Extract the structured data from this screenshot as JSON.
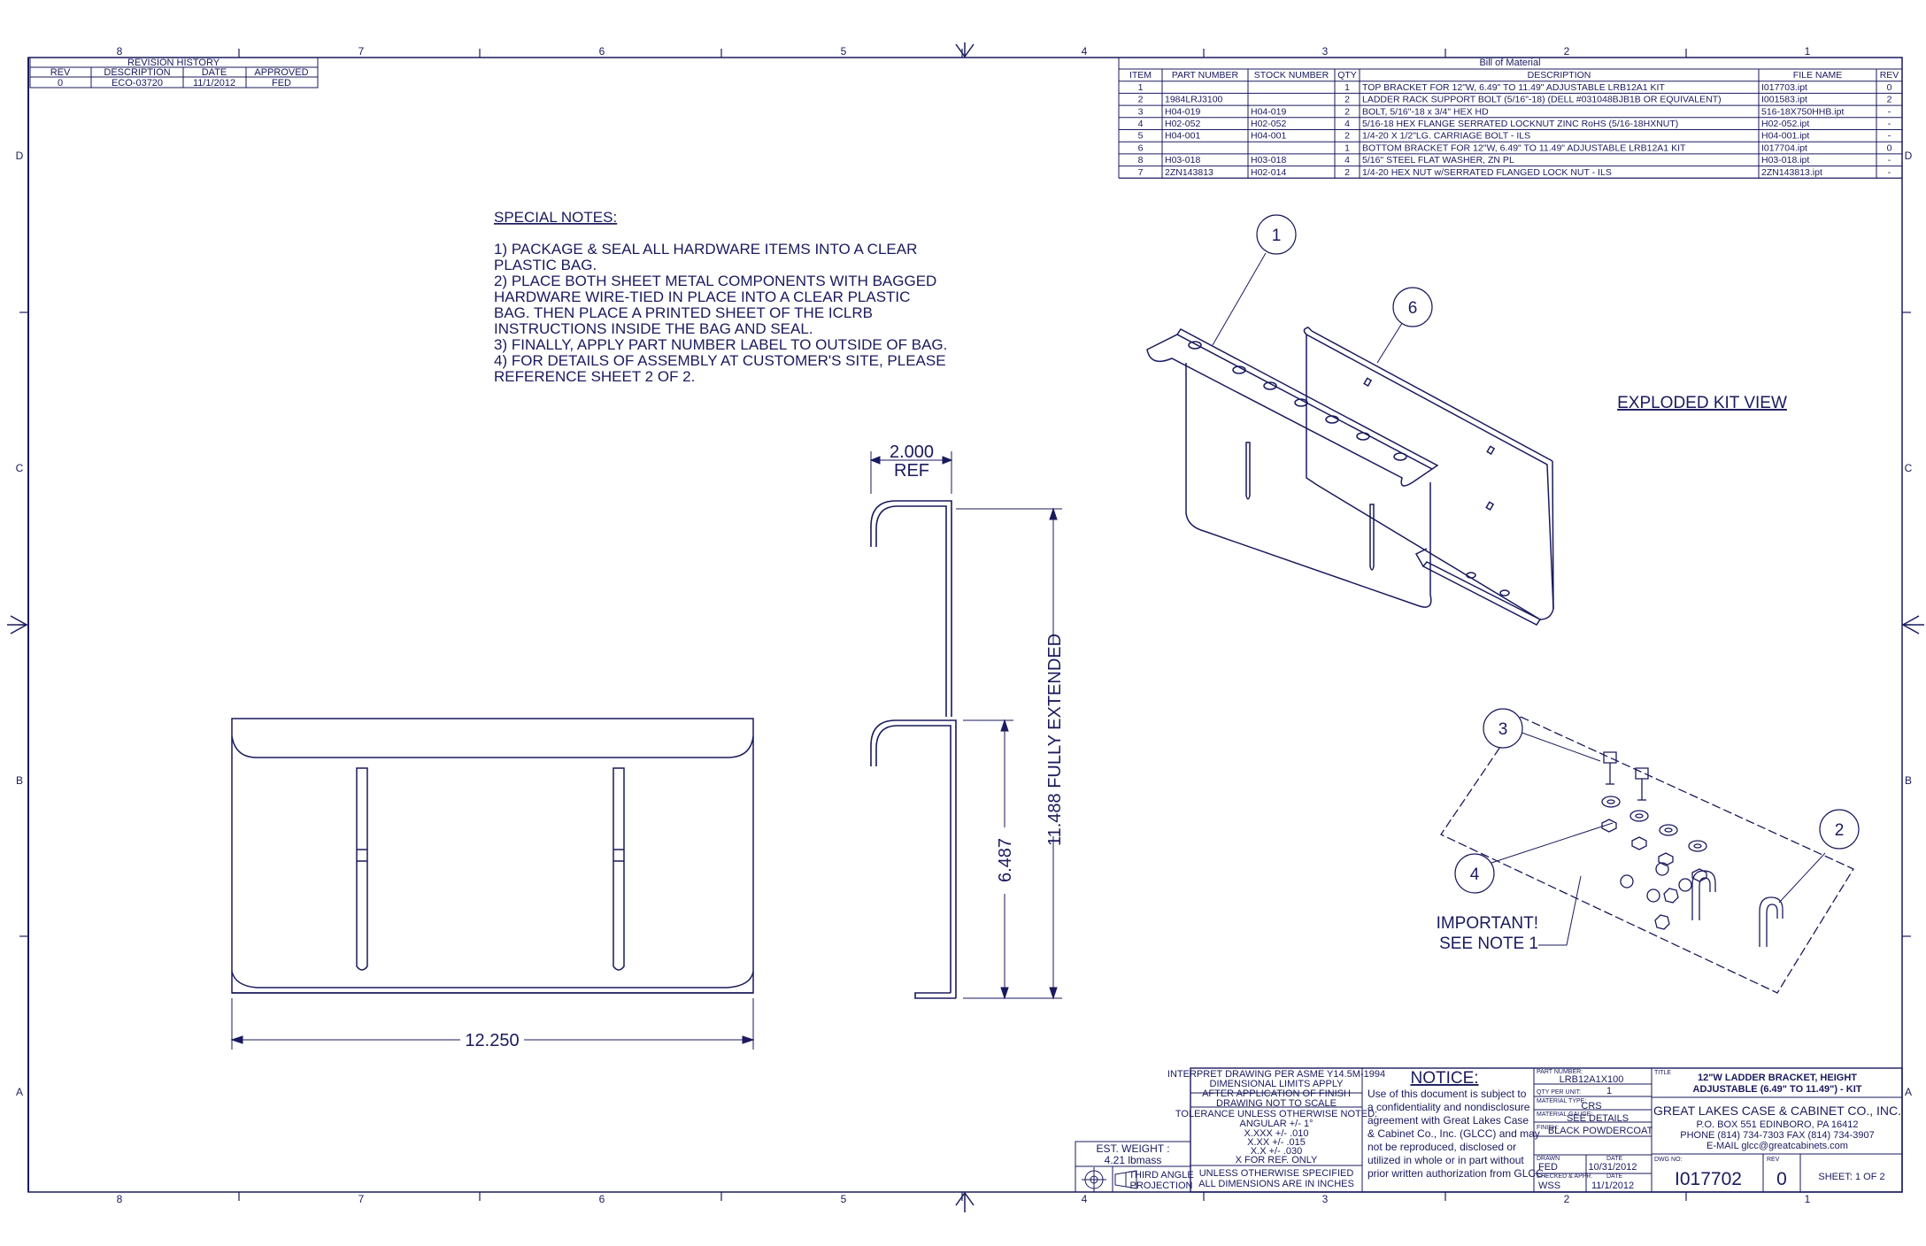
{
  "zones": {
    "columns": [
      "8",
      "7",
      "6",
      "5",
      "4",
      "3",
      "2",
      "1"
    ],
    "rows": [
      "D",
      "C",
      "B",
      "A"
    ]
  },
  "revision_history": {
    "title": "REVISION HISTORY",
    "headers": [
      "REV",
      "DESCRIPTION",
      "DATE",
      "APPROVED"
    ],
    "rows": [
      [
        "0",
        "ECO-03720",
        "11/1/2012",
        "FED"
      ]
    ]
  },
  "bom": {
    "title": "Bill of Material",
    "headers": [
      "ITEM",
      "PART NUMBER",
      "STOCK NUMBER",
      "QTY",
      "DESCRIPTION",
      "FILE NAME",
      "REV"
    ],
    "rows": [
      [
        "1",
        "",
        "",
        "1",
        "TOP BRACKET FOR 12\"W, 6.49\" TO 11.49\" ADJUSTABLE LRB12A1 KIT",
        "I017703.ipt",
        "0"
      ],
      [
        "2",
        "1984LRJ3100",
        "",
        "2",
        "LADDER RACK SUPPORT BOLT (5/16\"-18) (DELL #031048BJB1B OR EQUIVALENT)",
        "I001583.ipt",
        "2"
      ],
      [
        "3",
        "H04-019",
        "H04-019",
        "2",
        "BOLT, 5/16\"-18 x 3/4\" HEX HD",
        "516-18X750HHB.ipt",
        "-"
      ],
      [
        "4",
        "H02-052",
        "H02-052",
        "4",
        "5/16-18 HEX FLANGE SERRATED LOCKNUT ZINC RoHS (5/16-18HXNUT)",
        "H02-052.ipt",
        "-"
      ],
      [
        "5",
        "H04-001",
        "H04-001",
        "2",
        "1/4-20 X 1/2\"LG. CARRIAGE BOLT - ILS",
        "H04-001.ipt",
        "-"
      ],
      [
        "6",
        "",
        "",
        "1",
        "BOTTOM BRACKET FOR 12\"W, 6.49\" TO 11.49\" ADJUSTABLE LRB12A1 KIT",
        "I017704.ipt",
        "0"
      ],
      [
        "8",
        "H03-018",
        "H03-018",
        "4",
        "5/16\" STEEL FLAT WASHER, ZN PL",
        "H03-018.ipt",
        "-"
      ],
      [
        "7",
        "2ZN143813",
        "H02-014",
        "2",
        "1/4-20 HEX NUT w/SERRATED FLANGED LOCK NUT - ILS",
        "2ZN143813.ipt",
        "-"
      ]
    ]
  },
  "notes": {
    "heading": "SPECIAL NOTES:",
    "lines": [
      "1)  PACKAGE & SEAL ALL HARDWARE ITEMS INTO A CLEAR",
      "      PLASTIC BAG.",
      "2)  PLACE BOTH SHEET METAL COMPONENTS WITH BAGGED",
      "      HARDWARE WIRE-TIED IN PLACE INTO A CLEAR PLASTIC",
      "      BAG. THEN PLACE A PRINTED SHEET OF THE ICLRB",
      "      INSTRUCTIONS INSIDE THE BAG AND SEAL.",
      "3)  FINALLY, APPLY PART NUMBER LABEL TO OUTSIDE OF BAG.",
      "4)  FOR DETAILS OF ASSEMBLY AT CUSTOMER'S SITE, PLEASE",
      "      REFERENCE SHEET 2 OF 2."
    ]
  },
  "exploded_title": "EXPLODED KIT VIEW",
  "balloons": [
    "1",
    "6",
    "3",
    "2",
    "4"
  ],
  "important_note": [
    "IMPORTANT!",
    "SEE NOTE 1"
  ],
  "dimensions": {
    "width": "12.250",
    "flange": "2.000",
    "flange_ref": "REF",
    "height_min": "6.487",
    "height_max": "11.488 FULLY EXTENDED"
  },
  "title_block": {
    "tolerances": [
      "INTERPRET DRAWING PER ASME Y14.5M-1994",
      "DIMENSIONAL LIMITS APPLY",
      "AFTER APPLICATION OF FINISH",
      "DRAWING NOT TO SCALE",
      "TOLERANCE UNLESS OTHERWISE NOTED:",
      "ANGULAR +/- 1°",
      "X.XXX +/- .010",
      "X.XX +/- .015",
      "X.X +/- .030",
      "X FOR REF. ONLY",
      "UNLESS OTHERWISE SPECIFIED",
      "ALL DIMENSIONS ARE IN INCHES"
    ],
    "est_weight_label": "EST. WEIGHT :",
    "est_weight_value": "4.21 lbmass",
    "projection": [
      "THIRD ANGLE",
      "PROJECTION"
    ],
    "notice_title": "NOTICE:",
    "notice_lines": [
      "Use of this document is subject to",
      "a confidentiality and nondisclosure",
      "agreement with Great Lakes Case",
      "& Cabinet Co., Inc. (GLCC) and may",
      "not be reproduced, disclosed or",
      "utilized in whole or in part without",
      "prior written authorization from GLCC."
    ],
    "part_number_label": "PART NUMBER:",
    "part_number": "LRB12A1X100",
    "qty_label": "QTY PER UNIT:",
    "qty": "1",
    "material_type_label": "MATERIAL TYPE:",
    "material_type": "CRS",
    "material_gauge_label": "MATERIAL GAUGE:",
    "material_gauge": "SEE DETAILS",
    "finish_label": "FINISH:",
    "finish": "BLACK POWDERCOAT",
    "drawn_label": "DRAWN",
    "drawn_by": "FED",
    "drawn_date_label": "DATE",
    "drawn_date": "10/31/2012",
    "checked_label": "CHECKED & APPR.",
    "checked_by": "WSS",
    "checked_date_label": "DATE",
    "checked_date": "11/1/2012",
    "title_label": "TITLE",
    "title_line1": "12\"W LADDER BRACKET, HEIGHT",
    "title_line2": "ADJUSTABLE (6.49\" TO 11.49\") - KIT",
    "company": "GREAT LAKES CASE & CABINET CO., INC.",
    "address": "P.O. BOX 551 EDINBORO, PA 16412",
    "phone": "PHONE (814) 734-7303 FAX (814) 734-3907",
    "email": "E-MAIL glcc@greatcabinets.com",
    "dwg_no_label": "DWG NO:",
    "dwg_no": "I017702",
    "rev_label": "REV",
    "rev": "0",
    "sheet": "SHEET:  1  OF  2"
  }
}
